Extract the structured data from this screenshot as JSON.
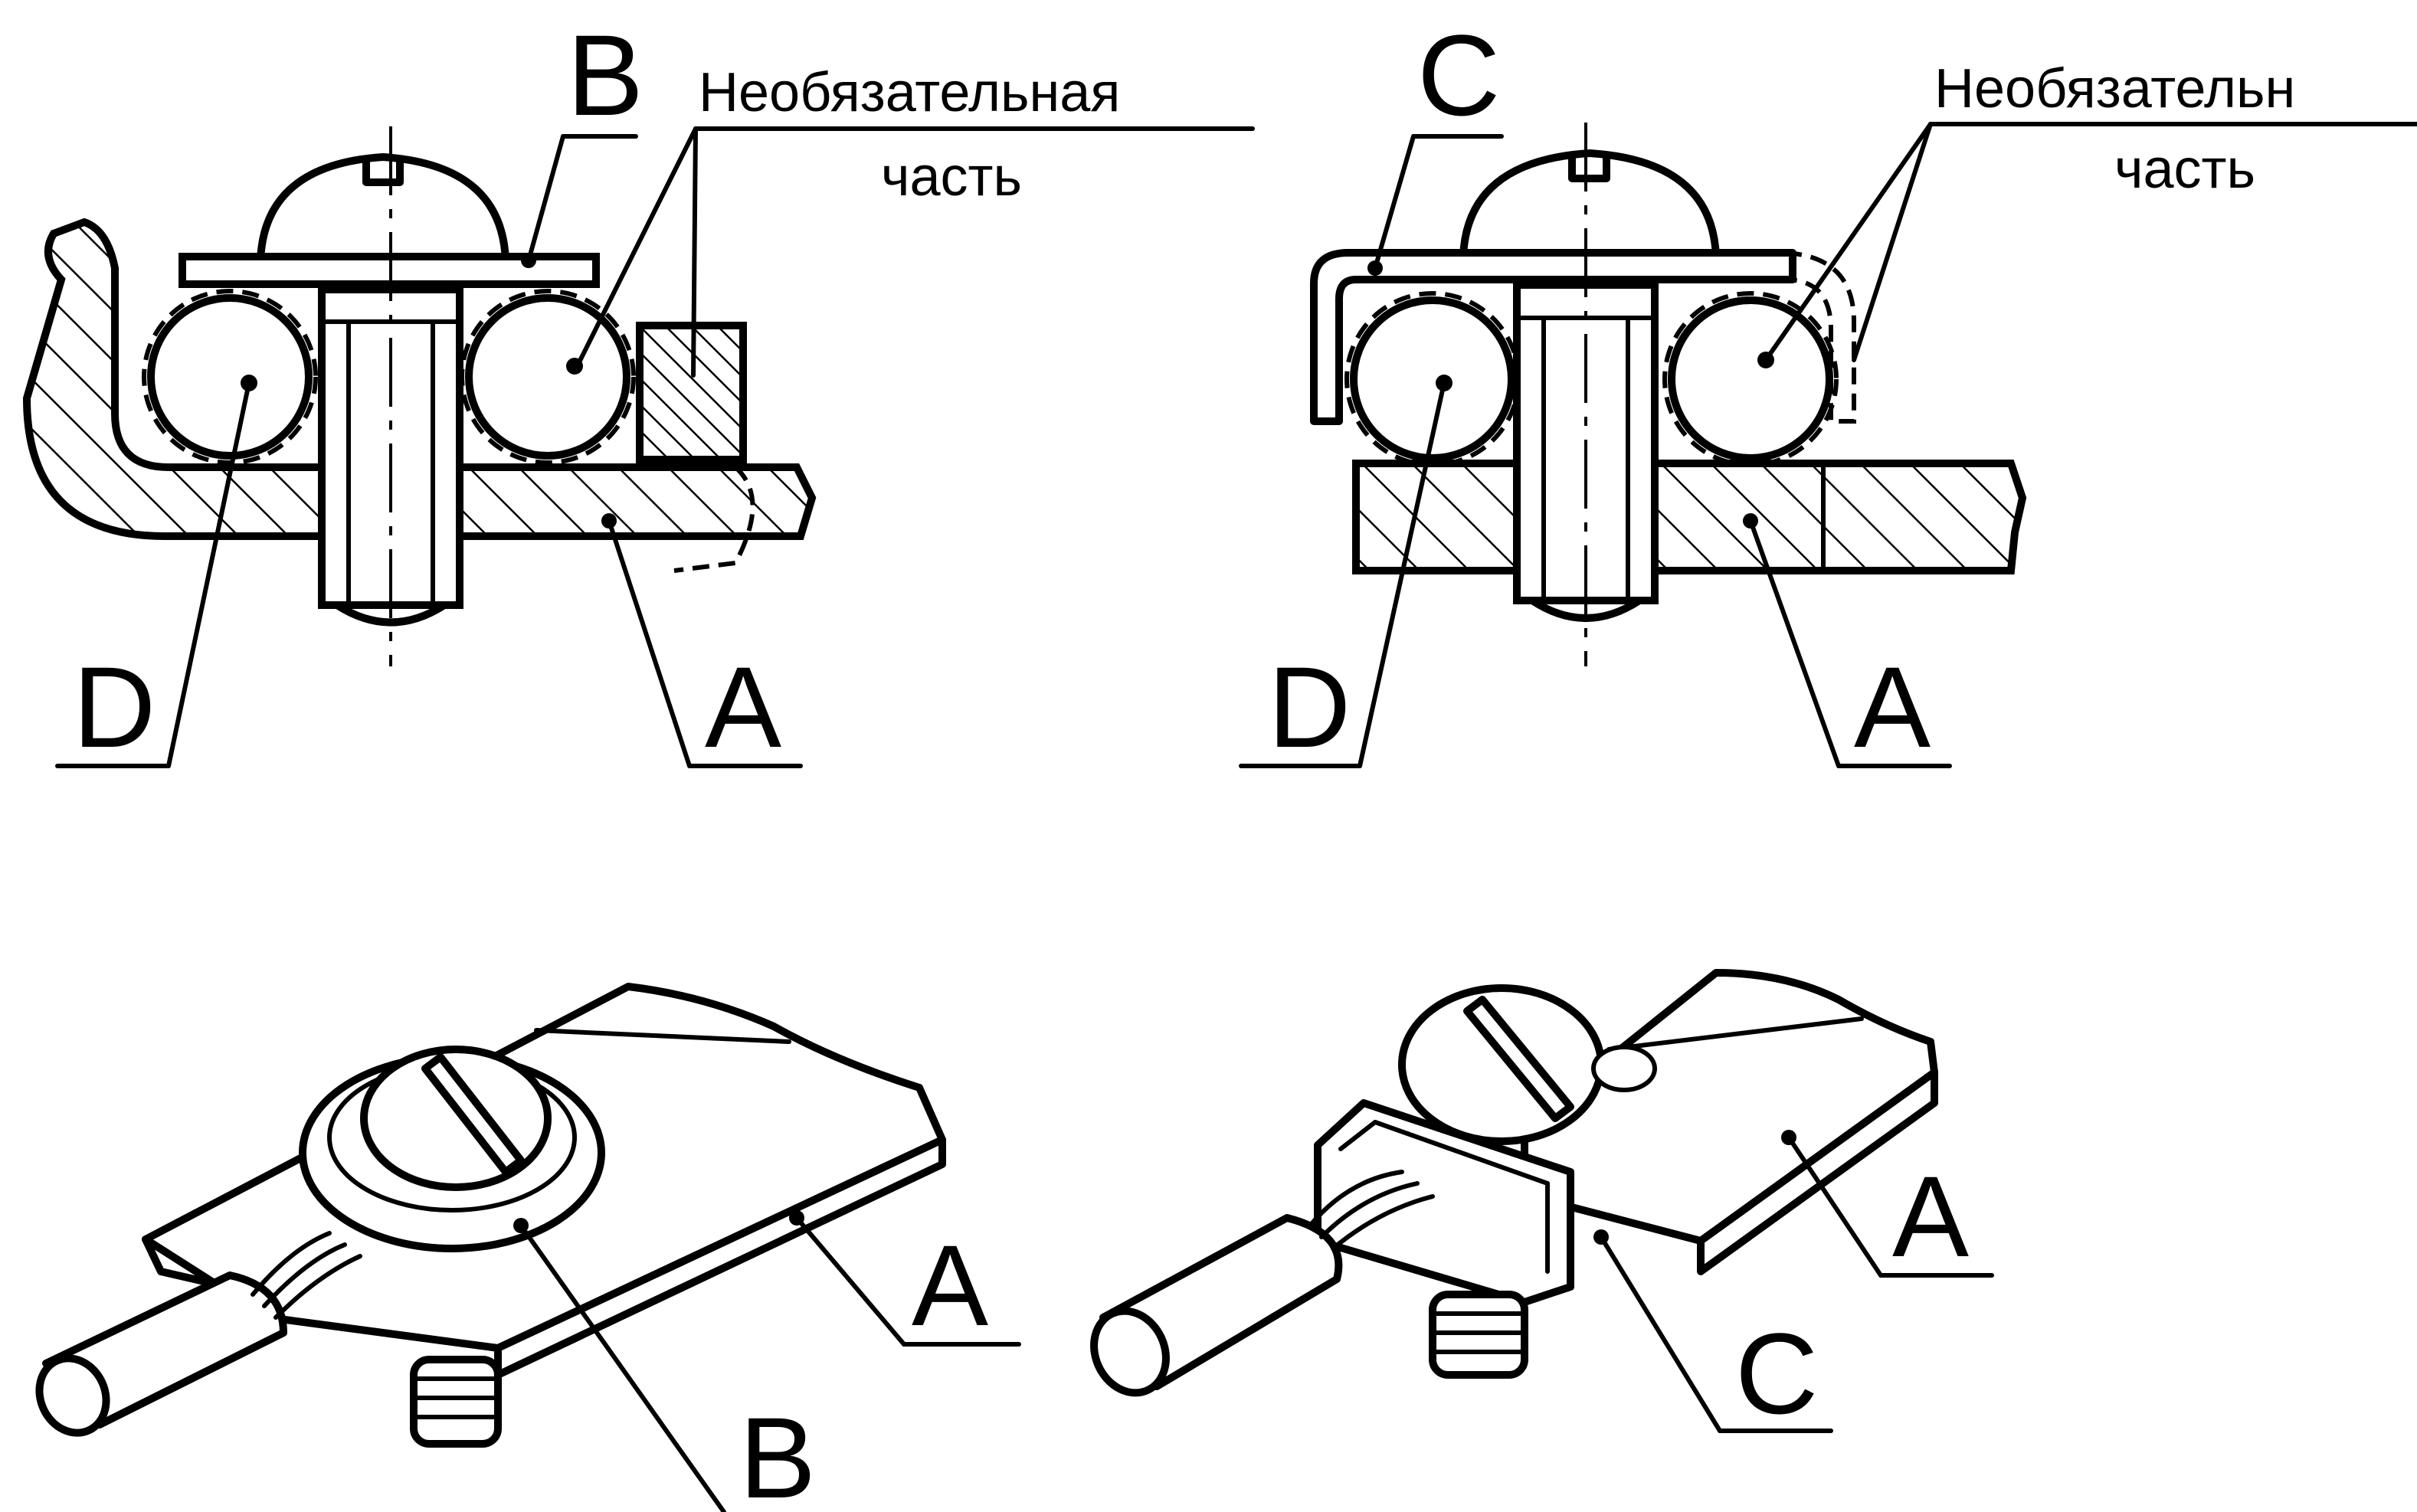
{
  "panels": {
    "top_left": {
      "label_top": "B",
      "label_bottom_left": "D",
      "label_bottom_right": "A",
      "note_line1": "Необязательная",
      "note_line2": "часть"
    },
    "top_right": {
      "label_top": "C",
      "label_bottom_left": "D",
      "label_bottom_right": "A",
      "note_line1": "Необязательн",
      "note_line2": "часть"
    },
    "bottom_left": {
      "label_right": "A",
      "label_bottom": "B"
    },
    "bottom_right": {
      "label_right": "A",
      "label_bottom": "C"
    }
  }
}
